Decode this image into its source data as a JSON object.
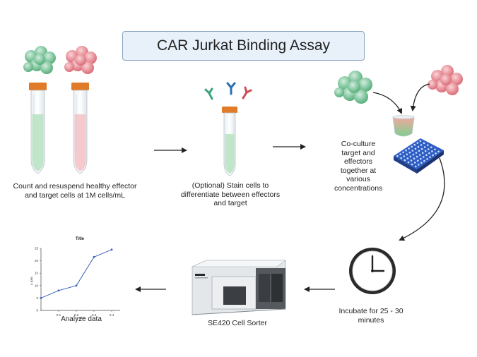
{
  "title": "CAR Jurkat Binding Assay",
  "steps": {
    "count": "Count and resuspend healthy effector and target cells at 1M cells/mL",
    "stain": "(Optional) Stain cells to differentiate between effectors and target",
    "coculture": "Co-culture target and effectors together at various concentrations",
    "incubate": "Incubate for 25 - 30 minutes",
    "sorter": "SE420 Cell Sorter",
    "analyze": "Analyze data"
  },
  "colors": {
    "effector_cells": "#6dbf8c",
    "target_cells": "#e58a8f",
    "tube_cap": "#e07b2a",
    "plate": "#3b6fd6",
    "title_box": "#e8f1fa"
  },
  "chart_data": {
    "type": "line",
    "title": "Title",
    "xlabel": "x axis",
    "ylabel": "y axis",
    "x": [
      0.0,
      0.1,
      0.2,
      0.3,
      0.4
    ],
    "values": [
      5,
      8,
      10,
      21.5,
      24.5
    ],
    "xticks": [
      "0.1",
      "0.2",
      "0.3",
      "0.4"
    ],
    "yticks": [
      "0",
      "5",
      "10",
      "15",
      "20",
      "25"
    ],
    "xlim": [
      0,
      0.4
    ],
    "ylim": [
      0,
      25
    ],
    "grid": false
  }
}
